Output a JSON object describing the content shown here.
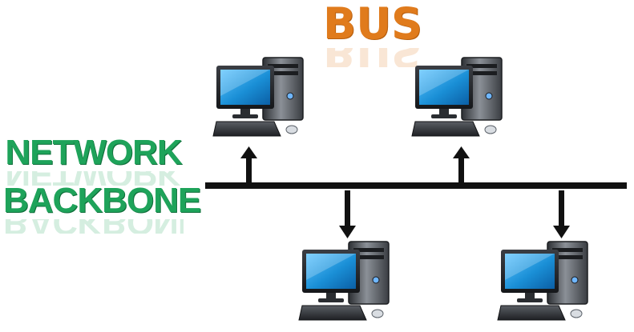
{
  "title": "BUS",
  "backbone_label": [
    "NETWORK",
    "BACKBONE"
  ],
  "computers": [
    "computer",
    "computer",
    "computer",
    "computer"
  ],
  "colors": {
    "title": "#e07b1c",
    "label": "#1ea35a",
    "bus_line": "#111111",
    "screen": "#1a8fd6"
  }
}
